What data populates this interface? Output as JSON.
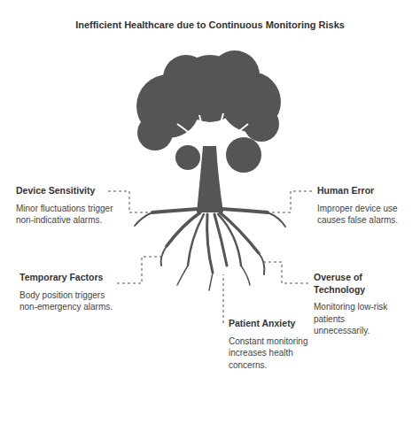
{
  "diagram": {
    "title": "Inefficient Healthcare due to Continuous Monitoring Risks",
    "nodes": [
      {
        "text": [
          "Device Sensitivity",
          "Minor fluctuations trigger non-indicative alarms."
        ]
      },
      {
        "text": [
          "Human Error",
          "Improper device use causes false alarms."
        ]
      },
      {
        "text": [
          "Temporary Factors",
          "Body position triggers non-emergency alarms."
        ]
      },
      {
        "text": [
          "Overuse of Technology",
          "Monitoring low-risk patients unnecessarily."
        ]
      },
      {
        "text": [
          "Patient Anxiety",
          "Constant monitoring increases health concerns."
        ]
      }
    ]
  }
}
